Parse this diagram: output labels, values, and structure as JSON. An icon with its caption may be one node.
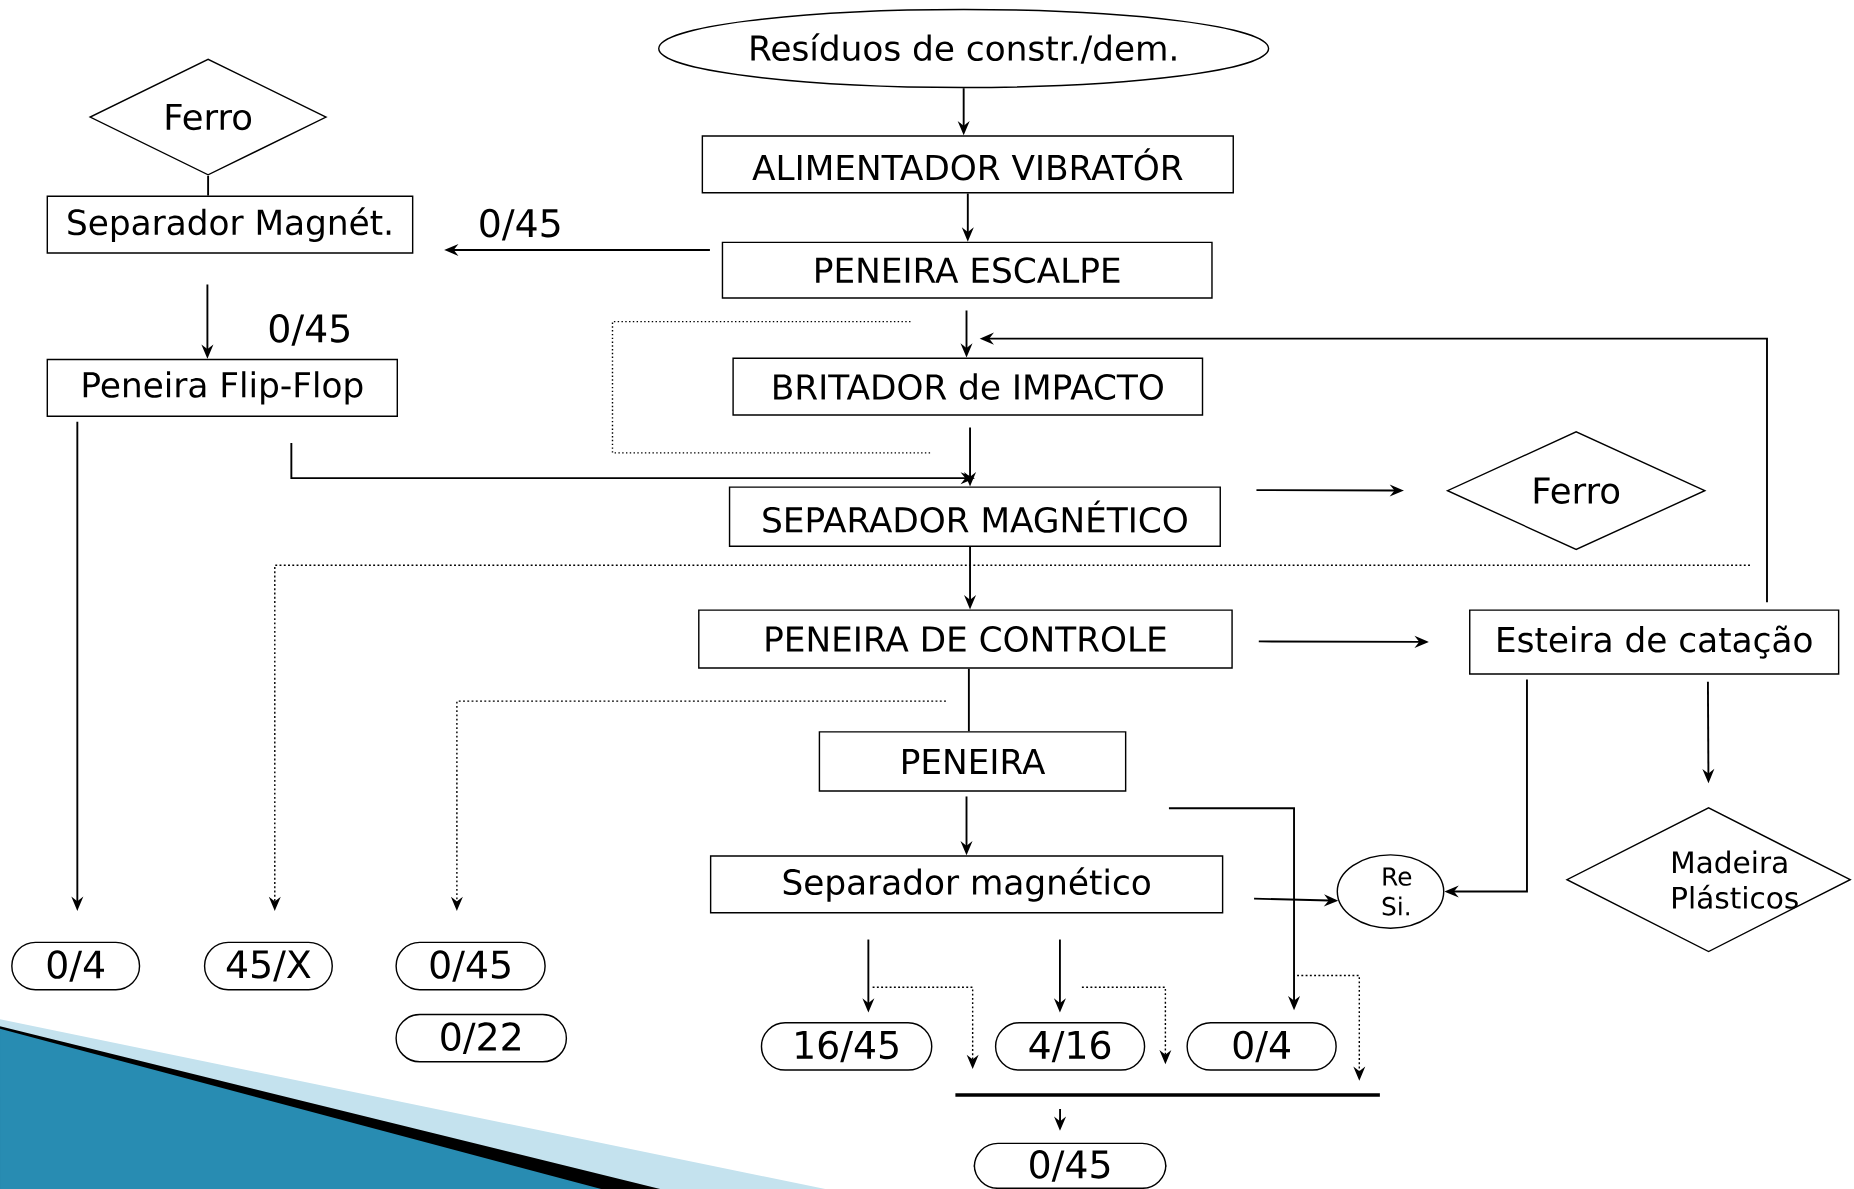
{
  "diagram": {
    "nodes": [
      {
        "text": [
          "Resíduos de constr./dem."
        ]
      },
      {
        "text": [
          "ALIMENTADOR VIBRATÓR"
        ]
      },
      {
        "text": [
          "PENEIRA  ESCALPE"
        ]
      },
      {
        "text": [
          "BRITADOR de IMPACTO"
        ]
      },
      {
        "text": [
          "SEPARADOR MAGNÉTICO"
        ]
      },
      {
        "text": [
          "Ferro"
        ]
      },
      {
        "text": [
          "PENEIRA DE CONTROLE"
        ]
      },
      {
        "text": [
          "Esteira de catação"
        ]
      },
      {
        "text": [
          "PENEIRA"
        ]
      },
      {
        "text": [
          "Separador magnético"
        ]
      },
      {
        "text": [
          "Re Si."
        ]
      },
      {
        "text": [
          "Madeira Plásticos"
        ]
      },
      {
        "text": [
          "Ferro"
        ]
      },
      {
        "text": [
          "Separador Magnét."
        ]
      },
      {
        "text": [
          "Peneira Flip-Flop"
        ]
      },
      {
        "text": [
          "0/4"
        ]
      },
      {
        "text": [
          "45/X"
        ]
      },
      {
        "text": [
          "0/45"
        ]
      },
      {
        "text": [
          "0/22"
        ]
      },
      {
        "text": [
          "16/45"
        ]
      },
      {
        "text": [
          "4/16"
        ]
      },
      {
        "text": [
          "0/4"
        ]
      },
      {
        "text": [
          "0/45"
        ]
      },
      {
        "text": [],
        "shape": "bar"
      }
    ],
    "edges": [
      {
        "from": 0,
        "to": 1,
        "arrow": "to"
      },
      {
        "from": 1,
        "to": 2,
        "arrow": "to"
      },
      {
        "from": 2,
        "to": 3,
        "arrow": "to"
      },
      {
        "from": 3,
        "to": 4,
        "arrow": "to"
      },
      {
        "from": 4,
        "to": 5,
        "arrow": "to"
      },
      {
        "from": 4,
        "to": 6,
        "arrow": "to"
      },
      {
        "from": 6,
        "to": 7,
        "arrow": "to"
      },
      {
        "from": 6,
        "to": 8,
        "arrow": "none"
      },
      {
        "from": 8,
        "to": 9,
        "arrow": "to"
      },
      {
        "from": 2,
        "to": 13,
        "arrow": "to",
        "label": "0/45"
      },
      {
        "from": 12,
        "to": 13,
        "arrow": "none"
      },
      {
        "from": 13,
        "to": 14,
        "arrow": "to",
        "label": "0/45"
      },
      {
        "from": 14,
        "to": 15,
        "arrow": "to"
      },
      {
        "from": 14,
        "to": 4,
        "arrow": "to"
      },
      {
        "from": 7,
        "to": 3,
        "arrow": "to"
      },
      {
        "from": null,
        "to": 16,
        "arrow": "to",
        "style": "dashed"
      },
      {
        "from": null,
        "to": 17,
        "arrow": "to",
        "style": "dashed"
      },
      {
        "from": 8,
        "to": 21,
        "arrow": "to"
      },
      {
        "from": 9,
        "to": 10,
        "arrow": "to"
      },
      {
        "from": 7,
        "to": 10,
        "arrow": "to"
      },
      {
        "from": 7,
        "to": 11,
        "arrow": "to"
      },
      {
        "from": 9,
        "to": 19,
        "arrow": "to"
      },
      {
        "from": 9,
        "to": 20,
        "arrow": "to"
      },
      {
        "from": null,
        "to": 23,
        "arrow": "to",
        "style": "dashed"
      },
      {
        "from": null,
        "to": 23,
        "arrow": "to",
        "style": "dashed"
      },
      {
        "from": null,
        "to": 23,
        "arrow": "to",
        "style": "dashed"
      },
      {
        "from": 23,
        "to": 22,
        "arrow": "to"
      }
    ]
  }
}
